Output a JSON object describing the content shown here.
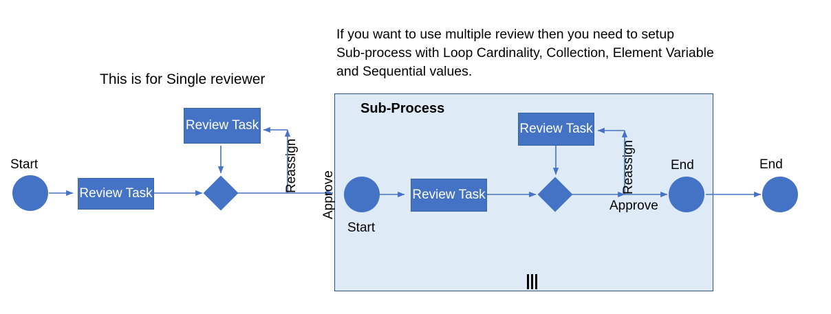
{
  "diagram": {
    "type": "bpmn-review-flow",
    "colors": {
      "shape_fill": "#4472C4",
      "shape_text": "#FFFFFF",
      "connector": "#4472C4",
      "subprocess_fill": "#DEEAF6",
      "subprocess_border": "#2E5077",
      "marker": "#000000",
      "text": "#000000"
    }
  },
  "annotations": {
    "note_line1": "If you want to use multiple review then you need to setup",
    "note_line2": "Sub-process with Loop Cardinality, Collection, Element Variable",
    "note_line3": "and Sequential values.",
    "single_reviewer_caption": "This is for Single reviewer"
  },
  "single_flow": {
    "start_label": "Start",
    "task_label": "Review Task",
    "upper_task_label": "Review Task",
    "gateway_label": "",
    "reassign_label": "Reassign",
    "approve_label": "Approve"
  },
  "subprocess": {
    "title": "Sub-Process",
    "start_label": "Start",
    "task_label": "Review Task",
    "upper_task_label": "Review Task",
    "reassign_label": "Reassign",
    "approve_label": "Approve",
    "end_label": "End",
    "marker": "parallel-multi-instance"
  },
  "outer": {
    "end_label": "End"
  }
}
